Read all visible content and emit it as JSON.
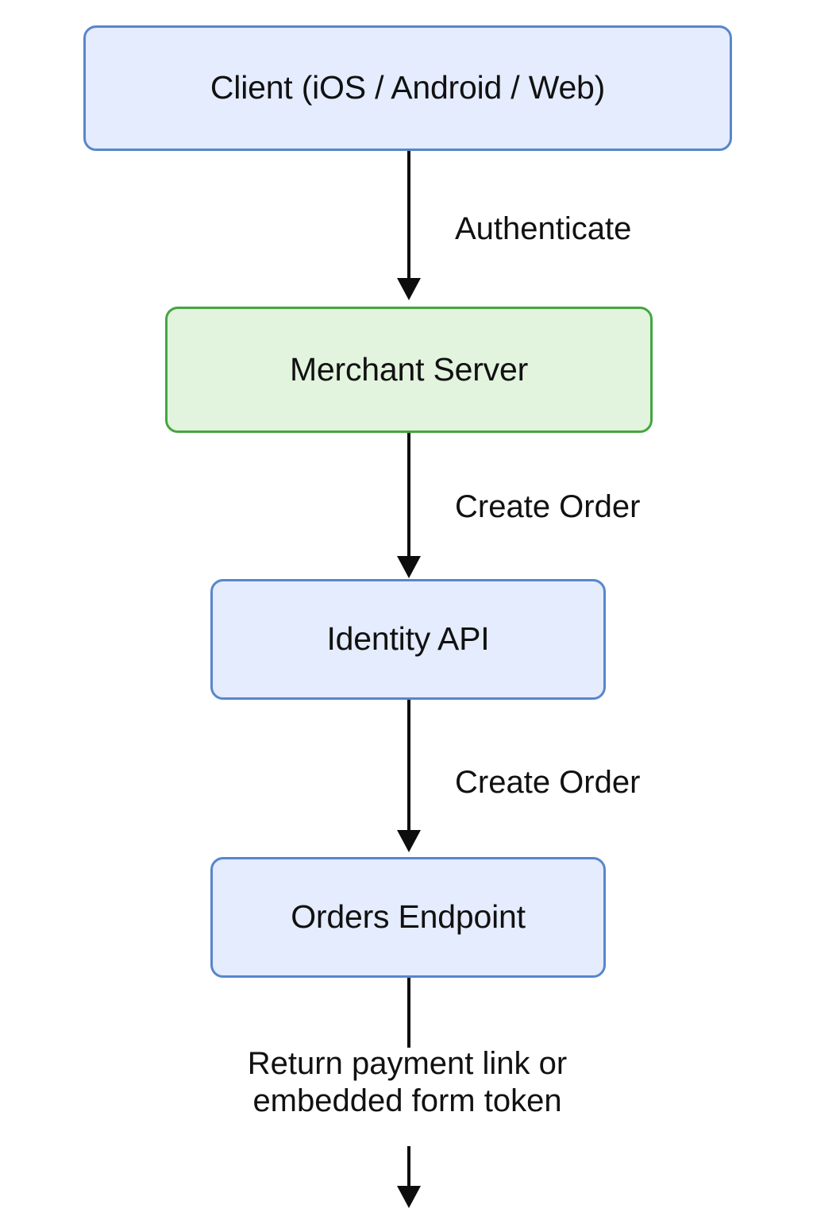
{
  "diagram": {
    "type": "flowchart",
    "direction": "top-to-bottom",
    "background_color": "#ffffff",
    "nodes": [
      {
        "id": "client",
        "label": "Client (iOS / Android / Web)",
        "shape": "rounded-rectangle",
        "fill_color": "#e4ecfd",
        "border_color": "#5786cd"
      },
      {
        "id": "merchant-server",
        "label": "Merchant Server",
        "shape": "rounded-rectangle",
        "fill_color": "#e2f3de",
        "border_color": "#44a63f"
      },
      {
        "id": "identity-api",
        "label": "Identity API",
        "shape": "rounded-rectangle",
        "fill_color": "#e4ecfd",
        "border_color": "#5786cd"
      },
      {
        "id": "orders-endpoint",
        "label": "Orders Endpoint",
        "shape": "rounded-rectangle",
        "fill_color": "#e4ecfd",
        "border_color": "#5786cd"
      }
    ],
    "edges": [
      {
        "id": "edge-authenticate",
        "from": "client",
        "to": "merchant-server",
        "label": "Authenticate",
        "arrow": "down",
        "color": "#0d0d0d"
      },
      {
        "id": "edge-create-order-1",
        "from": "merchant-server",
        "to": "identity-api",
        "label": "Create Order",
        "arrow": "down",
        "color": "#0d0d0d"
      },
      {
        "id": "edge-create-order-2",
        "from": "identity-api",
        "to": "orders-endpoint",
        "label": "Create Order",
        "arrow": "down",
        "color": "#0d0d0d"
      },
      {
        "id": "edge-return-token",
        "from": "orders-endpoint",
        "to": "",
        "label_line1": "Return payment link or",
        "label_line2": "embedded form token",
        "arrow": "down",
        "color": "#0d0d0d"
      }
    ]
  }
}
